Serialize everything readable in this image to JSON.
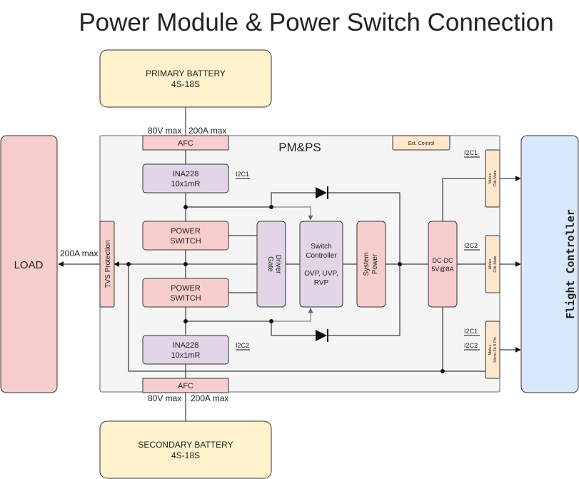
{
  "title": "Power Module & Power Switch Connection",
  "colors": {
    "battery": "#fff2cc",
    "battery_border": "#333333",
    "pink": "#f8cecc",
    "purple": "#e1d5e7",
    "blue": "#dae8fc",
    "orange": "#ffe6cc",
    "module_bg": "#f5f5f5"
  },
  "primary_battery": {
    "name": "PRIMARY BATTERY",
    "spec": "4S-18S"
  },
  "secondary_battery": {
    "name": "SECONDARY BATTERY",
    "spec": "4S-18S"
  },
  "top_rating": {
    "voltage": "80V max",
    "current": "200A max"
  },
  "bottom_rating": {
    "voltage": "80V max",
    "current": "200A max"
  },
  "load": {
    "label": "LOAD",
    "current": "200A max"
  },
  "flight_controller": {
    "label": "Flight Controller"
  },
  "module": {
    "label": "PM&PS",
    "ext_control": "Ext. Control",
    "afc_top": "AFC",
    "afc_bottom": "AFC",
    "ina_top": {
      "line1": "INA228",
      "line2": "10x1mR",
      "bus": "I2C1"
    },
    "ina_bottom": {
      "line1": "INA228",
      "line2": "10x1mR",
      "bus": "I2C2"
    },
    "power_switch_top": {
      "line1": "POWER",
      "line2": "SWITCH"
    },
    "power_switch_bottom": {
      "line1": "POWER",
      "line2": "SWITCH"
    },
    "tvs": "TVS Protection",
    "gate_driver": {
      "line1": "Gate",
      "line2": "Driver"
    },
    "switch_controller": {
      "line1": "Switch",
      "line2": "Controller",
      "line3": "OVP, UVP,",
      "line4": "RVP"
    },
    "system_power": {
      "line1": "System",
      "line2": "Power"
    },
    "dcdc": {
      "line1": "DC-DC",
      "line2": "5V@8A"
    }
  },
  "connectors": [
    {
      "line1": "Molex",
      "line2": "Clik-Mate",
      "buses": [
        "I2C1"
      ]
    },
    {
      "line1": "Molex",
      "line2": "Clik-Mate",
      "buses": [
        "I2C2"
      ]
    },
    {
      "line1": "Molex",
      "line2": "Micro-Fit 8 Pin",
      "buses": [
        "I2C1",
        "I2C2"
      ]
    }
  ]
}
